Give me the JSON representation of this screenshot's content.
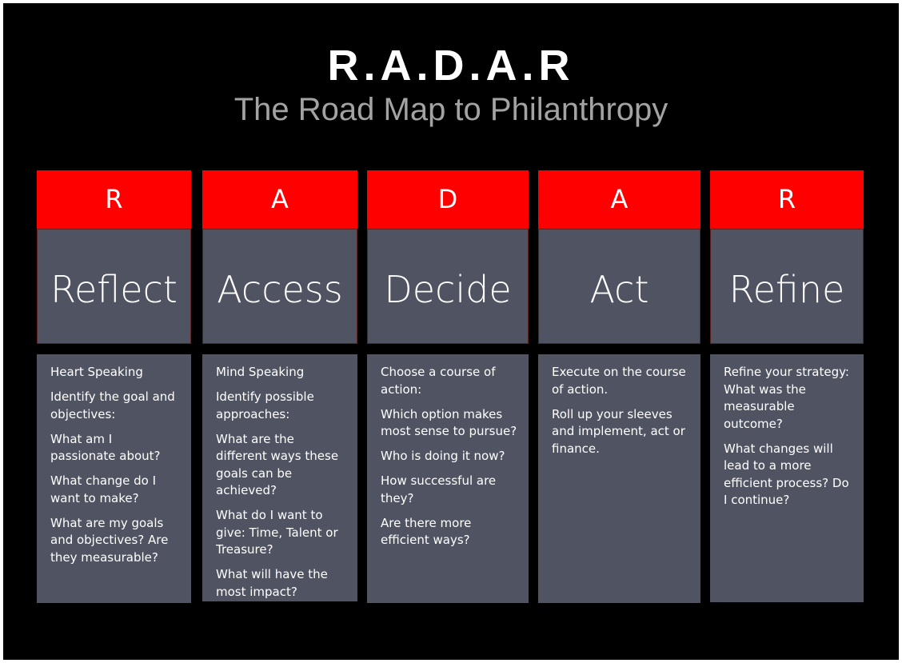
{
  "title": "R.A.D.A.R",
  "subtitle": "The Road Map to Philanthropy",
  "columns": [
    {
      "letter": "R",
      "word": "Reflect",
      "lines": [
        "Heart Speaking",
        "Identify the goal and objectives:",
        "What am I passionate about?",
        "What change do I want to make?",
        "What are my goals and objectives? Are they measurable?"
      ]
    },
    {
      "letter": "A",
      "word": "Access",
      "lines": [
        "Mind Speaking",
        "Identify possible approaches:",
        "What are the different ways these goals can be achieved?",
        "What do I want to give: Time, Talent or Treasure?",
        "What will have the most impact?"
      ]
    },
    {
      "letter": "D",
      "word": "Decide",
      "lines": [
        "Choose a course of action:",
        "Which option makes most sense to pursue?",
        "Who is doing it now?",
        "How successful are they?",
        "Are there more efficient ways?"
      ]
    },
    {
      "letter": "A",
      "word": "Act",
      "lines": [
        "Execute on the course of action.",
        "Roll up your sleeves and implement, act or finance."
      ]
    },
    {
      "letter": "R",
      "word": "Refine",
      "lines": [
        "Refine your strategy: What was the measurable outcome?",
        "What changes will lead to a more efficient process? Do I continue?"
      ]
    }
  ],
  "colors": {
    "background": "#000000",
    "accent": "#ff0000",
    "panel": "#505462",
    "subtitle": "#a3a3a3",
    "text": "#ffffff"
  }
}
